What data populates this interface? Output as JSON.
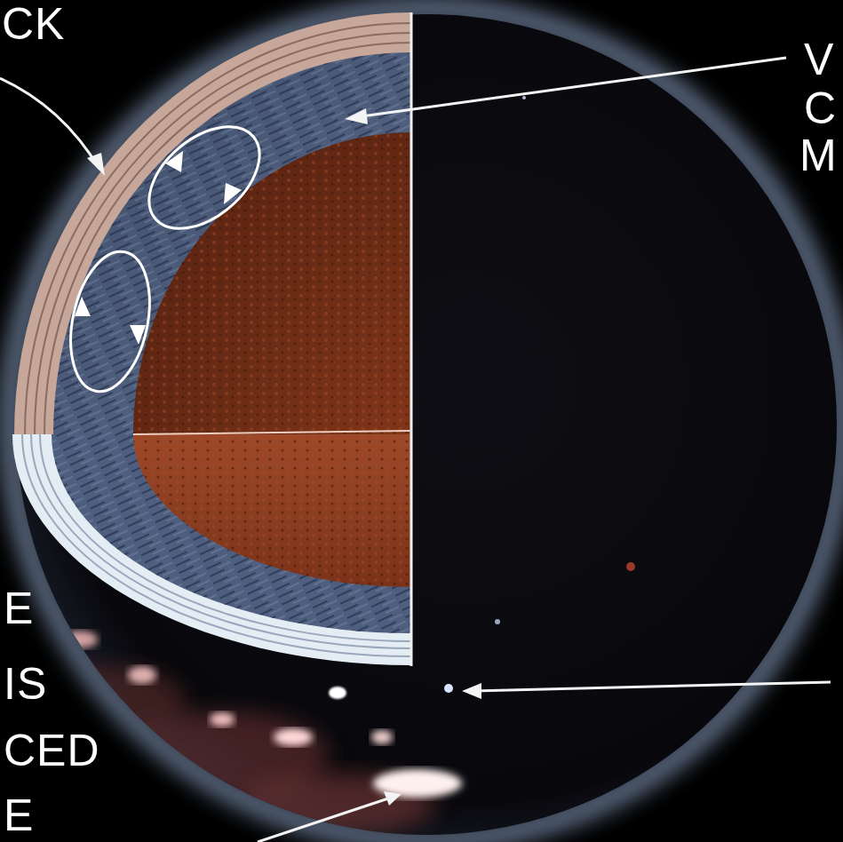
{
  "diagram": {
    "labels": [
      "CK",
      "V",
      "C",
      "M",
      "E",
      "IS",
      "CED",
      "E"
    ]
  }
}
